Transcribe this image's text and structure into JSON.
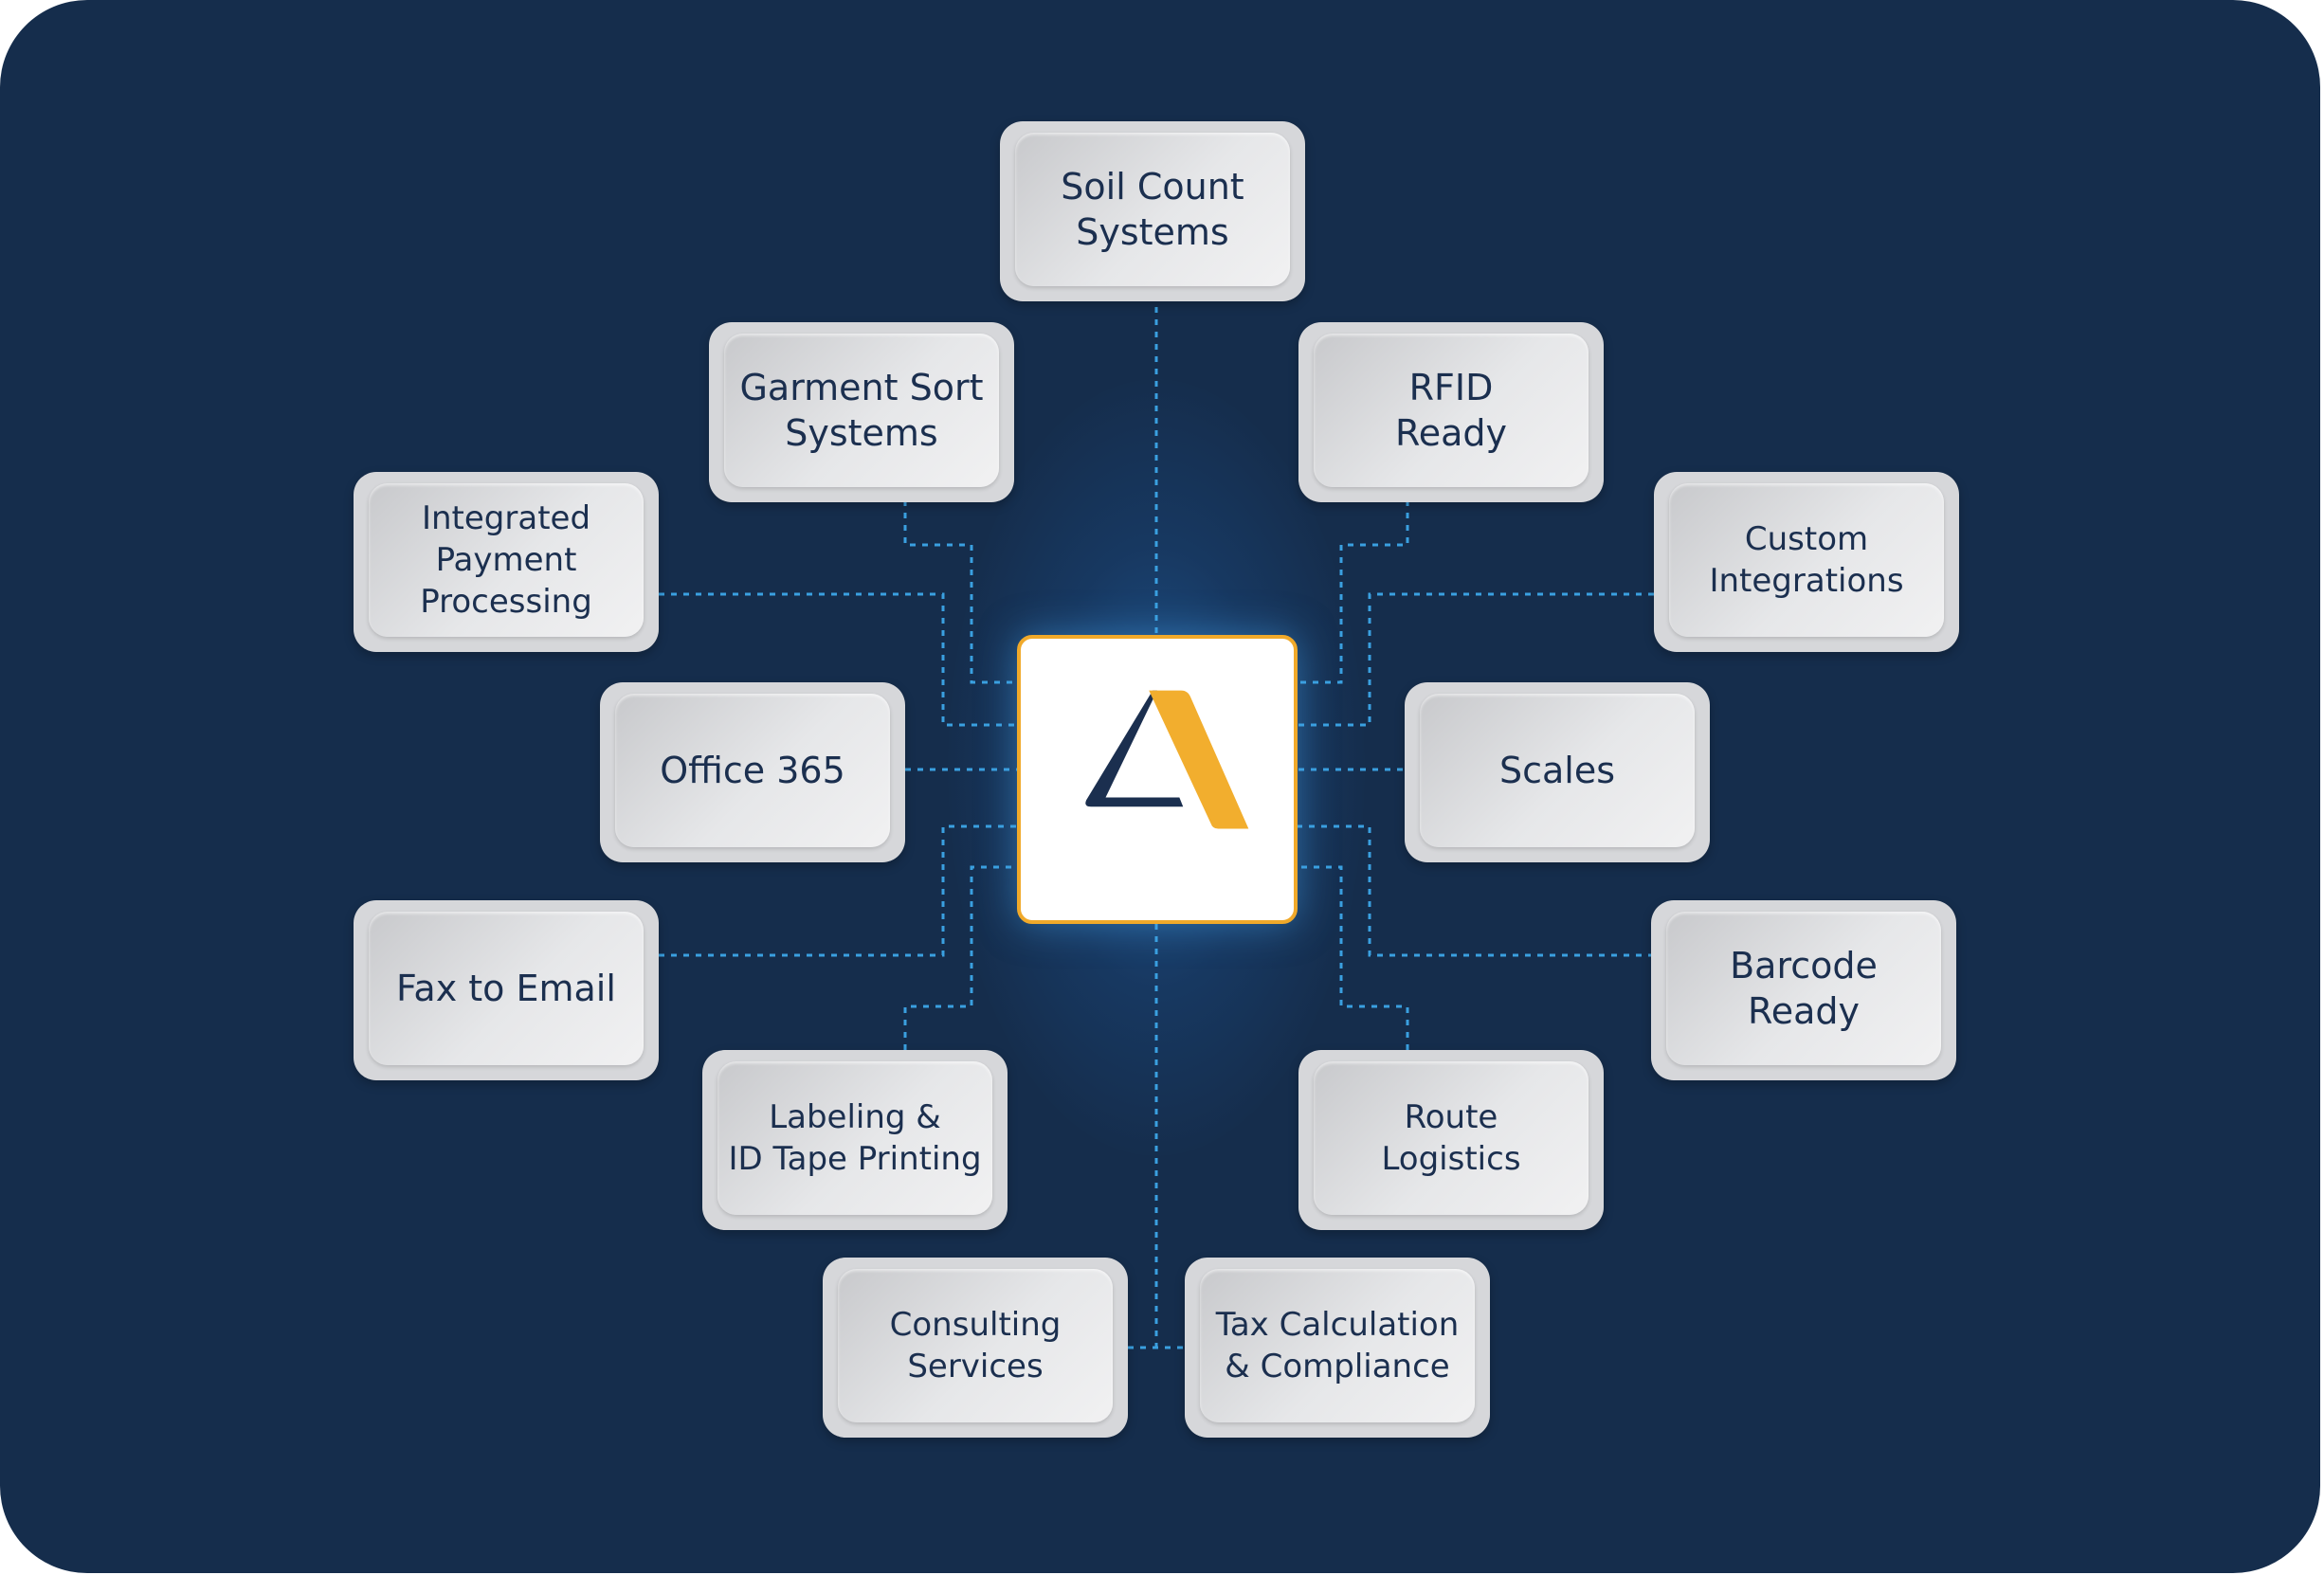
{
  "colors": {
    "background": "#152d4c",
    "node_text": "#1b2f4f",
    "connector": "#3aa0e0",
    "center_border": "#f0a92a",
    "logo_dark": "#1b2f4f",
    "logo_accent": "#f2ae2e"
  },
  "center": {
    "logo_icon": "stylized-a-logo-icon"
  },
  "nodes": {
    "soil_count": "Soil Count\nSystems",
    "garment_sort": "Garment Sort\nSystems",
    "rfid": "RFID\nReady",
    "integrated_payment": "Integrated\nPayment\nProcessing",
    "custom_integrations": "Custom\nIntegrations",
    "office365": "Office 365",
    "scales": "Scales",
    "fax_to_email": "Fax to Email",
    "barcode": "Barcode\nReady",
    "labeling": "Labeling &\nID Tape Printing",
    "route_logistics": "Route\nLogistics",
    "consulting": "Consulting\nServices",
    "tax": "Tax Calculation\n& Compliance"
  }
}
